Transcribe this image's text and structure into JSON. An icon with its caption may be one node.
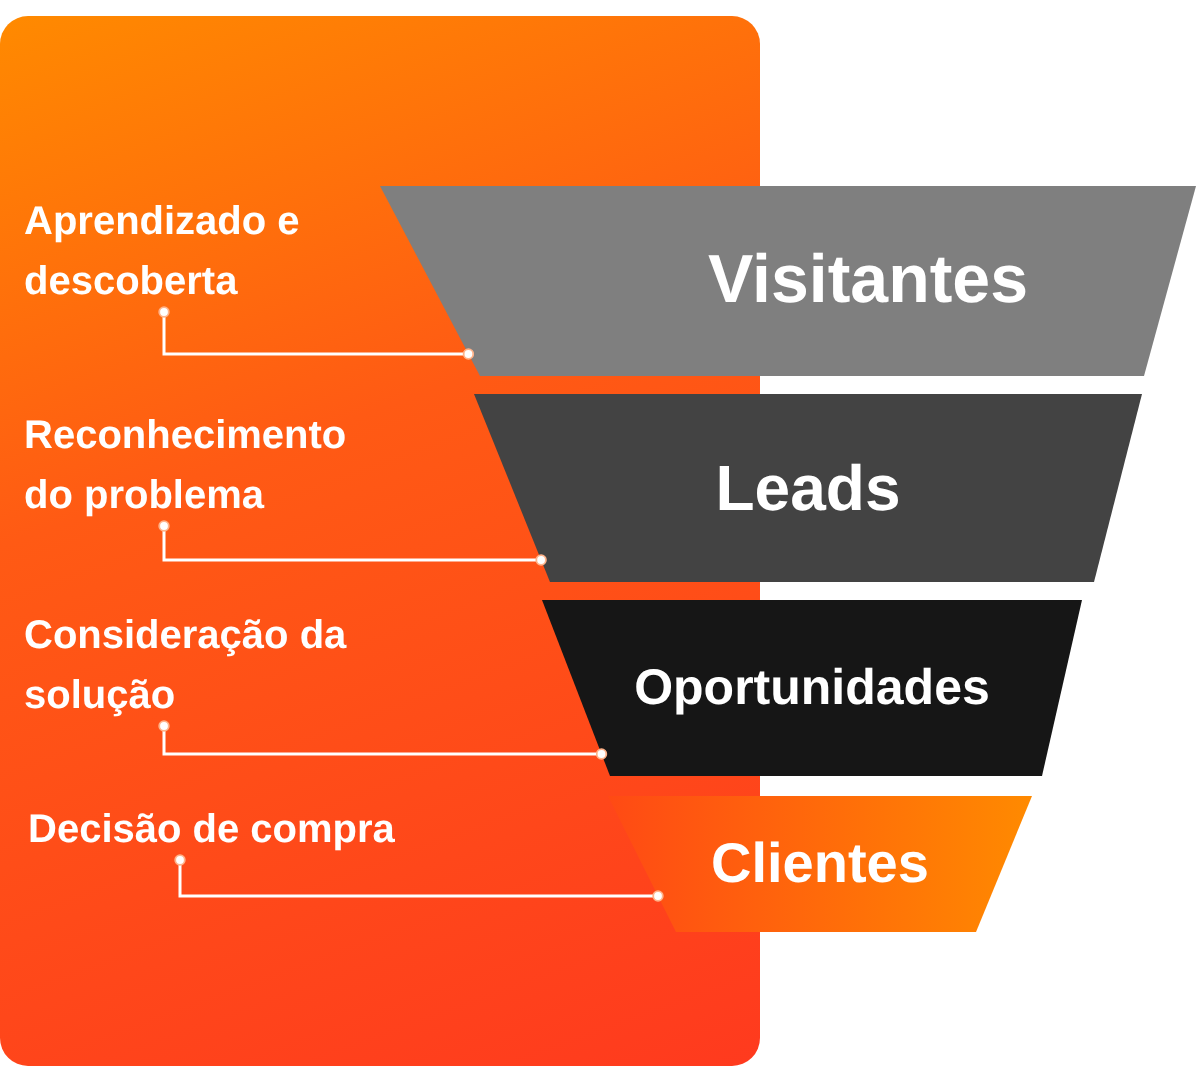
{
  "diagram": {
    "nodes": [
      {
        "text": [
          "Aprendizado e descoberta"
        ]
      },
      {
        "text": [
          "Visitantes"
        ]
      },
      {
        "text": [
          "Reconhecimento do problema"
        ]
      },
      {
        "text": [
          "Leads"
        ]
      },
      {
        "text": [
          "Consideração da solução"
        ]
      },
      {
        "text": [
          "Oportunidades"
        ]
      },
      {
        "text": [
          "Decisão de compra"
        ]
      },
      {
        "text": [
          "Clientes"
        ]
      }
    ],
    "edges": [
      {
        "from": 0,
        "to": 1,
        "arrow": "other"
      },
      {
        "from": 2,
        "to": 3,
        "arrow": "other"
      },
      {
        "from": 4,
        "to": 5,
        "arrow": "other"
      },
      {
        "from": 6,
        "to": 7,
        "arrow": "other"
      }
    ]
  }
}
